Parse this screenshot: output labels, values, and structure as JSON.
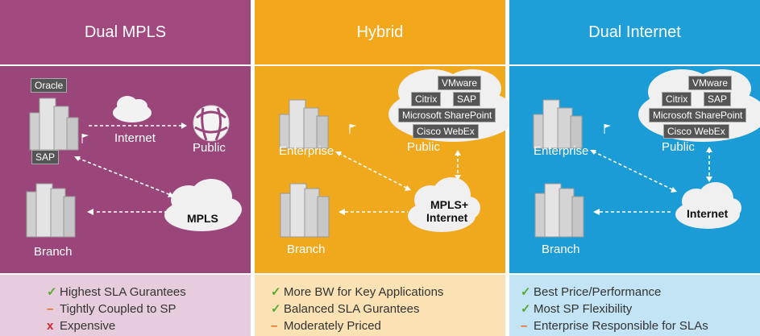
{
  "columns": [
    {
      "title": "Dual MPLS",
      "header_color": "#a1497f",
      "body_color": "#9a467b",
      "foot_color": "#e6ccdc",
      "labels": {
        "oracle": "Oracle",
        "sap": "SAP",
        "internet": "Internet",
        "public": "Public",
        "branch": "Branch",
        "cloud": "MPLS"
      },
      "features": [
        {
          "mark": "✓",
          "kind": "check",
          "text": "Highest SLA Gurantees"
        },
        {
          "mark": "–",
          "kind": "dash",
          "text": "Tightly Coupled to SP"
        },
        {
          "mark": "x",
          "kind": "cross",
          "text": "Expensive"
        }
      ]
    },
    {
      "title": "Hybrid",
      "header_color": "#f3a81b",
      "body_color": "#f0a81c",
      "foot_color": "#fae2b5",
      "labels": {
        "enterprise": "Enterprise",
        "public": "Public",
        "branch": "Branch",
        "cloud_line1": "MPLS+",
        "cloud_line2": "Internet"
      },
      "apps": [
        "VMware",
        "Citrix",
        "SAP",
        "Microsoft SharePoint",
        "Cisco WebEx"
      ],
      "features": [
        {
          "mark": "✓",
          "kind": "check",
          "text": "More BW for Key Applications"
        },
        {
          "mark": "✓",
          "kind": "check",
          "text": "Balanced SLA Gurantees"
        },
        {
          "mark": "–",
          "kind": "dash",
          "text": "Moderately Priced"
        }
      ]
    },
    {
      "title": "Dual Internet",
      "header_color": "#1e9fd8",
      "body_color": "#1c9cd6",
      "foot_color": "#c2e4f4",
      "labels": {
        "enterprise": "Enterprise",
        "public": "Public",
        "branch": "Branch",
        "cloud": "Internet"
      },
      "apps": [
        "VMware",
        "Citrix",
        "SAP",
        "Microsoft SharePoint",
        "Cisco WebEx"
      ],
      "features": [
        {
          "mark": "✓",
          "kind": "check",
          "text": "Best Price/Performance"
        },
        {
          "mark": "✓",
          "kind": "check",
          "text": "Most SP Flexibility"
        },
        {
          "mark": "–",
          "kind": "dash",
          "text": "Enterprise Responsible for SLAs"
        }
      ]
    }
  ]
}
